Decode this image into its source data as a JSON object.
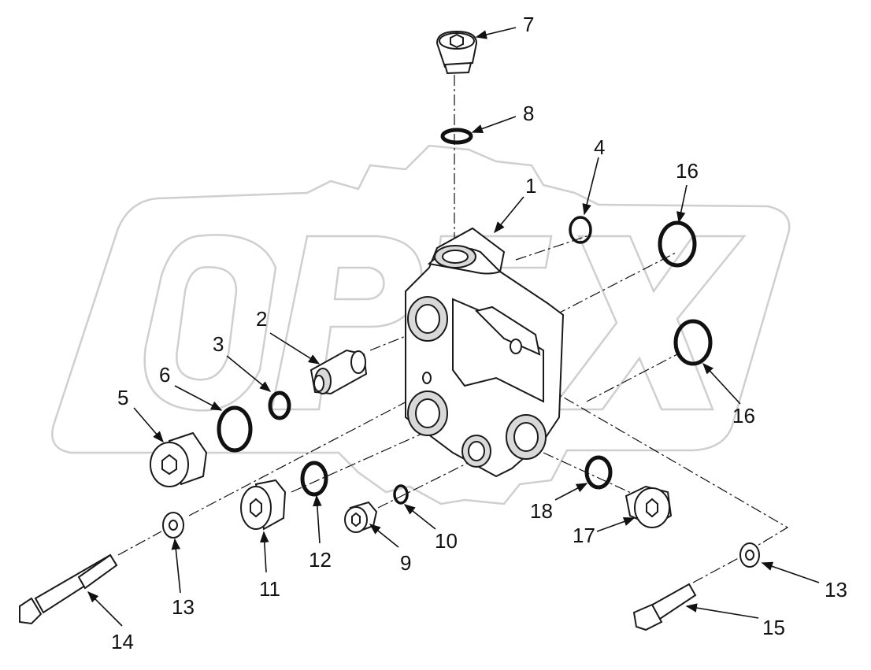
{
  "diagram": {
    "watermark": "OPEX",
    "callouts": [
      {
        "id": "c1",
        "text": "1"
      },
      {
        "id": "c2",
        "text": "2"
      },
      {
        "id": "c3",
        "text": "3"
      },
      {
        "id": "c4",
        "text": "4"
      },
      {
        "id": "c5",
        "text": "5"
      },
      {
        "id": "c6",
        "text": "6"
      },
      {
        "id": "c7",
        "text": "7"
      },
      {
        "id": "c8",
        "text": "8"
      },
      {
        "id": "c9",
        "text": "9"
      },
      {
        "id": "c10",
        "text": "10"
      },
      {
        "id": "c11",
        "text": "11"
      },
      {
        "id": "c12",
        "text": "12"
      },
      {
        "id": "c13a",
        "text": "13"
      },
      {
        "id": "c13b",
        "text": "13"
      },
      {
        "id": "c14",
        "text": "14"
      },
      {
        "id": "c15",
        "text": "15"
      },
      {
        "id": "c16a",
        "text": "16"
      },
      {
        "id": "c16b",
        "text": "16"
      },
      {
        "id": "c17",
        "text": "17"
      },
      {
        "id": "c18",
        "text": "18"
      }
    ]
  }
}
